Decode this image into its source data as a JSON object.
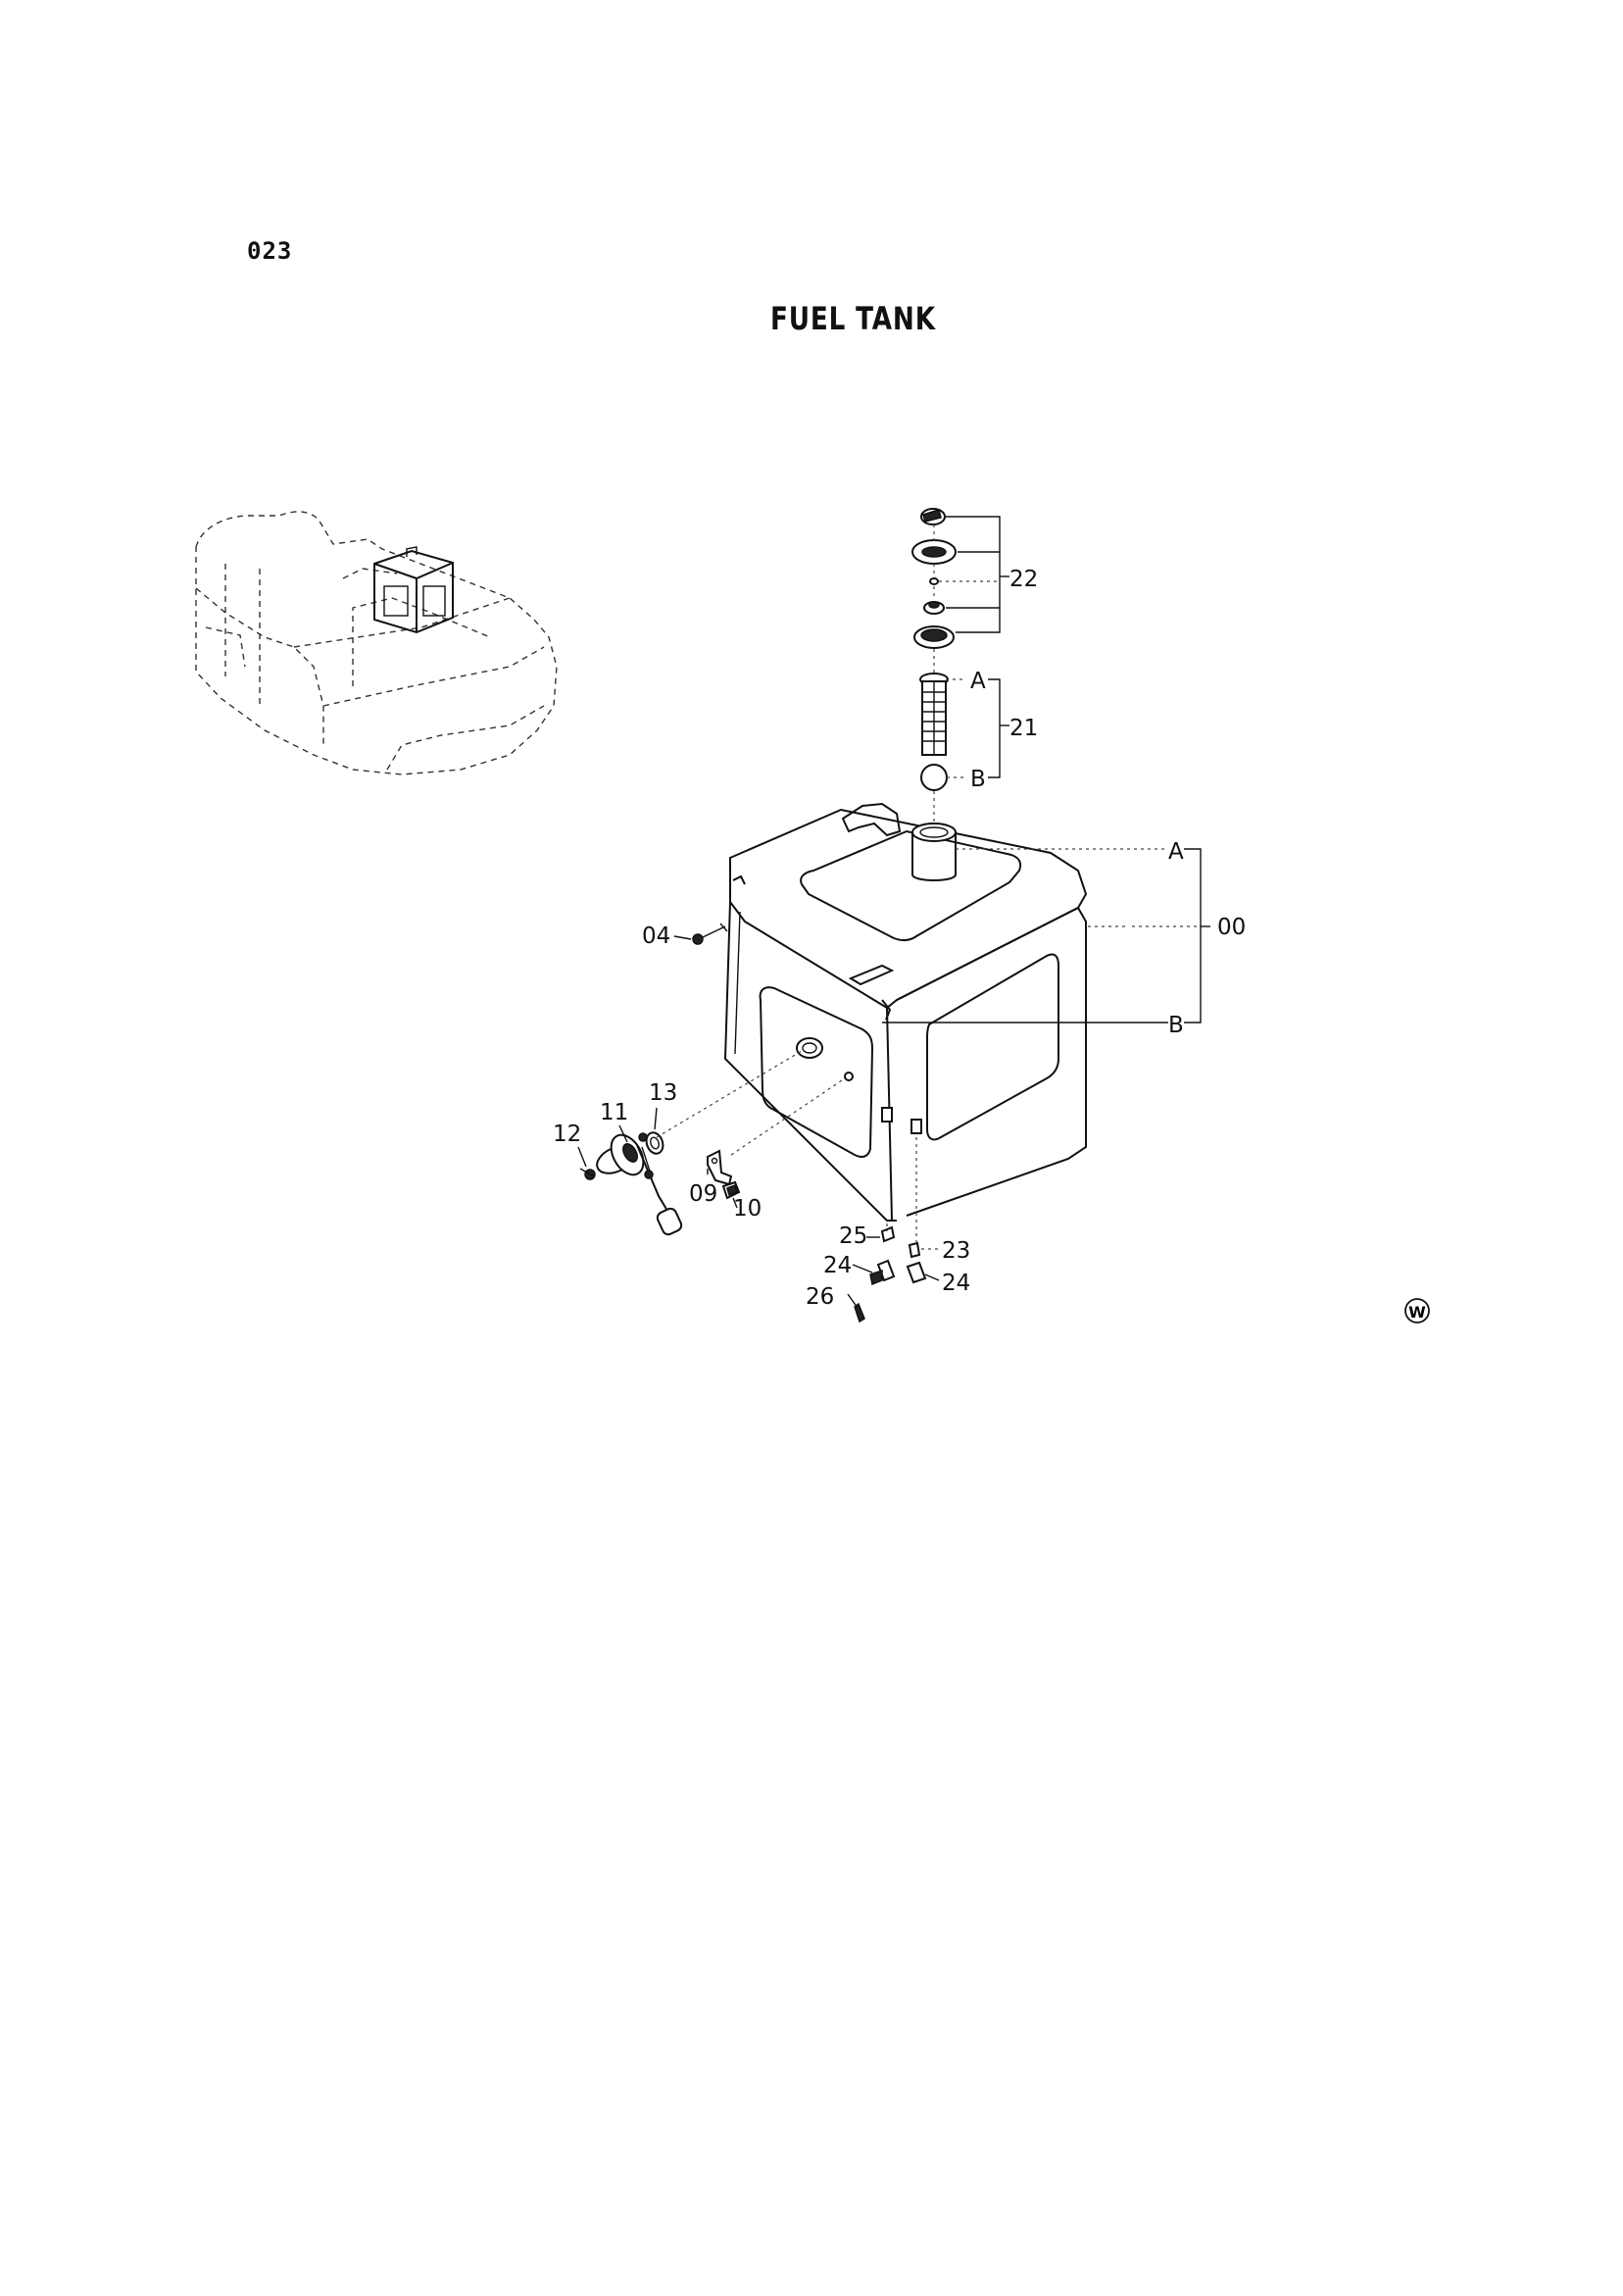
{
  "page": {
    "code": "023",
    "title": "FUEL TANK",
    "mark": "W"
  },
  "callouts": {
    "c00": "00",
    "c04": "04",
    "c09": "09",
    "c10": "10",
    "c11": "11",
    "c12": "12",
    "c13": "13",
    "c21": "21",
    "c22": "22",
    "c23": "23",
    "c24a": "24",
    "c24b": "24",
    "c25": "25",
    "c26": "26",
    "refA1": "A",
    "refB1": "B",
    "refA2": "A",
    "refB2": "B"
  }
}
